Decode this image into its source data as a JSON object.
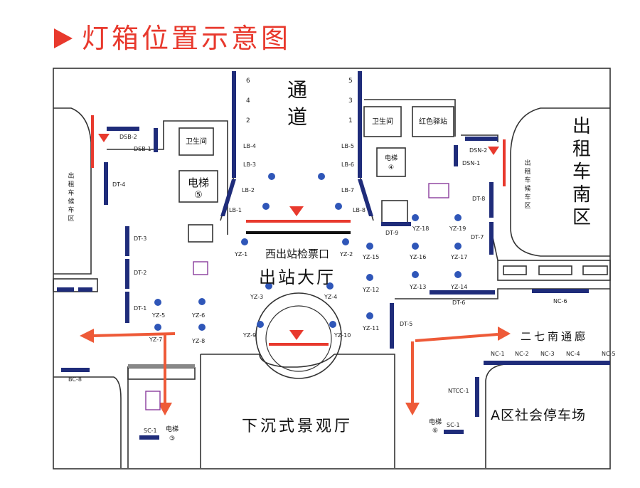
{
  "title": "灯箱位置示意图",
  "colors": {
    "accent_red": "#e8392d",
    "arrow_orange": "#ee5a38",
    "lightbox_navy": "#1f2c7a",
    "dot_blue": "#2f56b8",
    "wall": "#333333",
    "purple": "#8a3d9c"
  },
  "areas": {
    "passage": "通道",
    "west_ticket_gate": "西出站检票口",
    "exit_hall": "出站大厅",
    "sunken_hall": "下沉式景观厅",
    "taxi_south": "出租车南区",
    "taxi_wait": "出租车候车区",
    "taxi_wait_right": "出租车候车区",
    "south_corridor": "二七南通廊",
    "parking_a": "A区社会停车场",
    "toilet_left": "卫生间",
    "toilet_right": "卫生间",
    "red_cap": "红色驿站",
    "elevator_3": "电梯③",
    "elevator_4": "电梯④",
    "elevator_5": "电梯⑤",
    "elevator_6": "电梯⑥"
  },
  "lightboxes": [
    "DSB-2",
    "DSB-1",
    "DSN-2",
    "DSN-1",
    "DT-4",
    "DT-3",
    "DT-2",
    "DT-1",
    "DT-8",
    "DT-7",
    "DT-6",
    "DT-5",
    "LB-1",
    "LB-2",
    "LB-3",
    "LB-4",
    "LB-5",
    "LB-6",
    "LB-7",
    "LB-8",
    "BC-8",
    "NC-6",
    "NC-1",
    "NC-2",
    "NC-3",
    "NC-4",
    "NC-5",
    "NTCC-1",
    "SC-1",
    "SC-1"
  ],
  "numbers_left": [
    "6",
    "4",
    "2"
  ],
  "numbers_right": [
    "5",
    "3",
    "1"
  ],
  "points": [
    "YZ-1",
    "YZ-2",
    "YZ-3",
    "YZ-4",
    "YZ-5",
    "YZ-6",
    "YZ-7",
    "YZ-8",
    "YZ-9",
    "YZ-10",
    "YZ-11",
    "YZ-12",
    "YZ-13",
    "YZ-14",
    "YZ-15",
    "YZ-16",
    "YZ-17",
    "YZ-18",
    "YZ-19"
  ]
}
